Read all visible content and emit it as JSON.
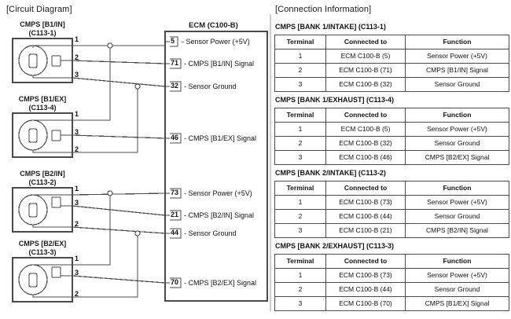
{
  "sections": {
    "circuit_title": "[Circuit Diagram]",
    "connection_title": "[Connection Information]"
  },
  "circuit": {
    "ecm_label": "ECM (C100-B)",
    "connectors": [
      {
        "name": "CMPS [B1/IN]",
        "code": "(C113-1)",
        "pins": [
          "1",
          "2",
          "3"
        ]
      },
      {
        "name": "CMPS [B1/EX]",
        "code": "(C113-4)",
        "pins": [
          "1",
          "3",
          "2"
        ]
      },
      {
        "name": "CMPS [B2/IN]",
        "code": "(C113-2)",
        "pins": [
          "1",
          "3",
          "2"
        ]
      },
      {
        "name": "CMPS [B2/EX]",
        "code": "(C113-3)",
        "pins": [
          "1",
          "3",
          "2"
        ]
      }
    ],
    "ecm_pins": [
      {
        "number": "5",
        "label": "- Sensor Power (+5V)"
      },
      {
        "number": "71",
        "label": "- CMPS [B1/IN] Signal"
      },
      {
        "number": "32",
        "label": "- Sensor Ground"
      },
      {
        "number": "46",
        "label": "- CMPS [B1/EX] Signal"
      },
      {
        "number": "73",
        "label": "- Sensor Power (+5V)"
      },
      {
        "number": "21",
        "label": "- CMPS [B2/IN] Signal"
      },
      {
        "number": "44",
        "label": "- Sensor Ground"
      },
      {
        "number": "70",
        "label": "- CMPS [B2/EX] Signal"
      }
    ]
  },
  "tables": [
    {
      "title": "CMPS [BANK 1/INTAKE] (C113-1)",
      "headers": [
        "Terminal",
        "Connected to",
        "Function"
      ],
      "rows": [
        [
          "1",
          "ECM C100-B (5)",
          "Sensor Power (+5V)"
        ],
        [
          "2",
          "ECM C100-B (71)",
          "CMPS [B1/IN] Signal"
        ],
        [
          "3",
          "ECM C100-B (32)",
          "Sensor Ground"
        ]
      ]
    },
    {
      "title": "CMPS [BANK 1/EXHAUST] (C113-4)",
      "headers": [
        "Terminal",
        "Connected to",
        "Function"
      ],
      "rows": [
        [
          "1",
          "ECM C100-B (5)",
          "Sensor Power (+5V)"
        ],
        [
          "2",
          "ECM C100-B (32)",
          "Sensor Ground"
        ],
        [
          "3",
          "ECM C100-B (46)",
          "CMPS [B2/EX] Signal"
        ]
      ]
    },
    {
      "title": "CMPS [BANK 2/INTAKE] (C113-2)",
      "headers": [
        "Terminal",
        "Connected to",
        "Function"
      ],
      "rows": [
        [
          "1",
          "ECM C100-B (73)",
          "Sensor Power (+5V)"
        ],
        [
          "2",
          "ECM C100-B (44)",
          "Sensor Ground"
        ],
        [
          "3",
          "ECM C100-B (21)",
          "CMPS [B2/IN] Signal"
        ]
      ]
    },
    {
      "title": "CMPS [BANK 2/EXHAUST] (C113-3)",
      "headers": [
        "Terminal",
        "Connected to",
        "Function"
      ],
      "rows": [
        [
          "1",
          "ECM C100-B (73)",
          "Sensor Power (+5V)"
        ],
        [
          "2",
          "ECM C100-B (44)",
          "Sensor Ground"
        ],
        [
          "3",
          "ECM C100-B (70)",
          "CMPS [B1/EX] Signal"
        ]
      ]
    }
  ],
  "colors": {
    "line": "#4a4a4a",
    "text": "#111111",
    "background": "#ffffff"
  }
}
